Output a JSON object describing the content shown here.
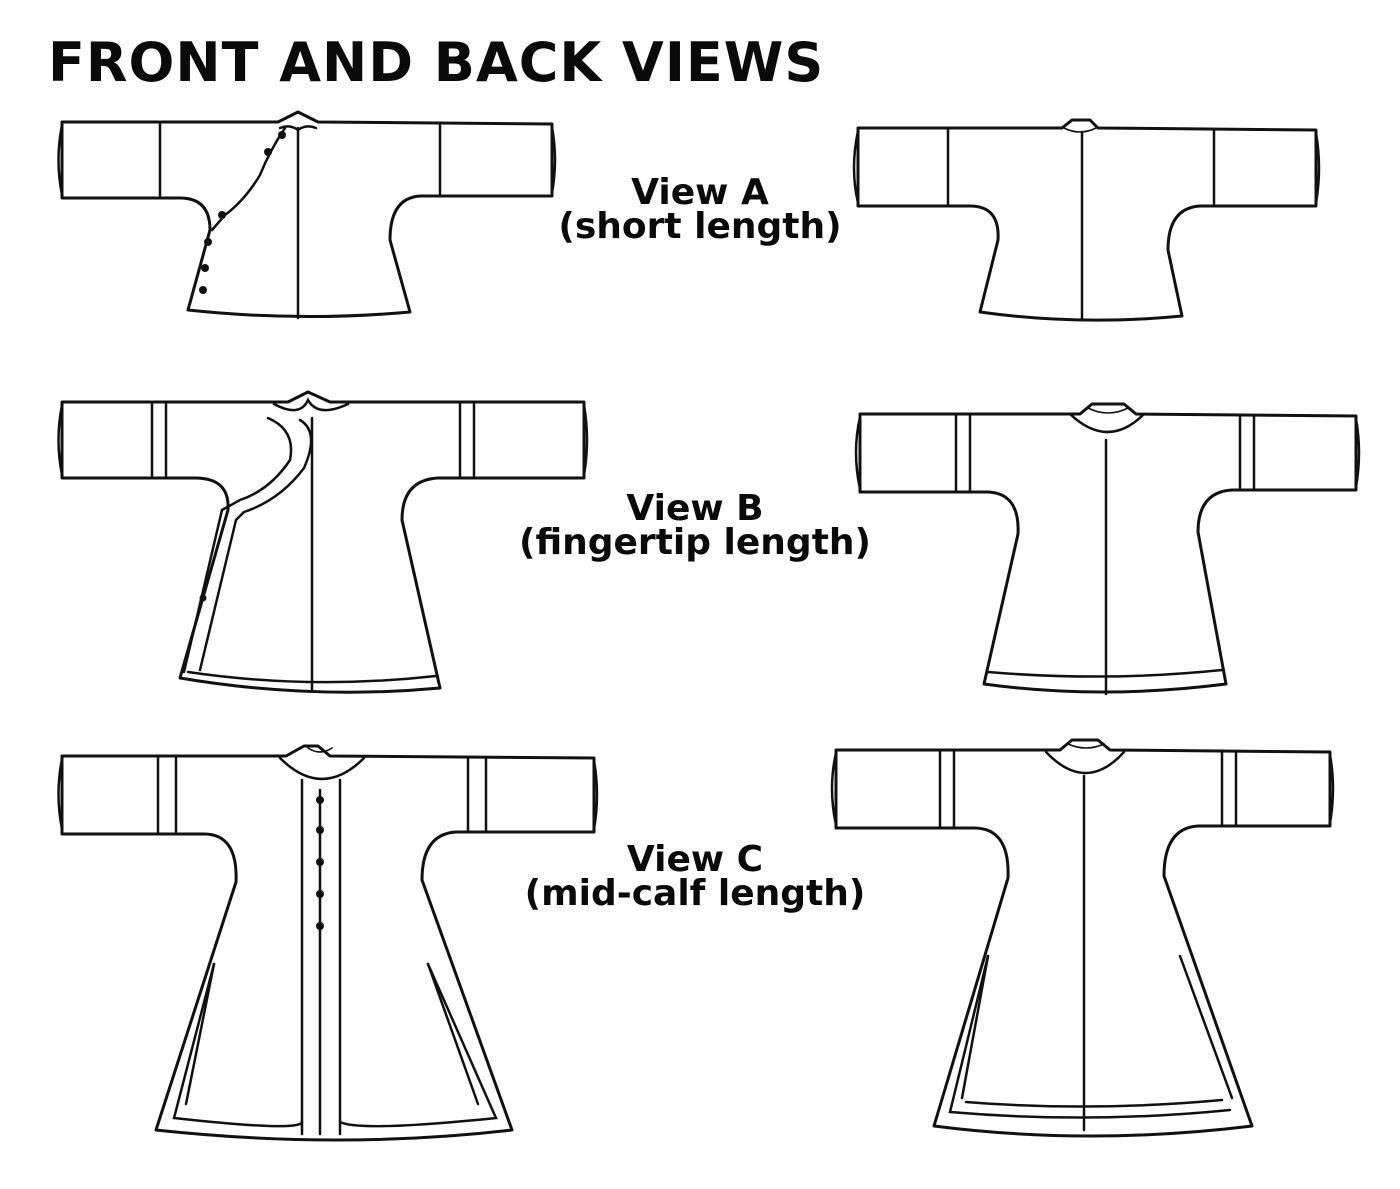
{
  "heading": "FRONT AND BACK VIEWS",
  "views": [
    {
      "title": "View A",
      "subtitle": "(short length)"
    },
    {
      "title": "View B",
      "subtitle": "(fingertip length)"
    },
    {
      "title": "View C",
      "subtitle": "(mid-calf length)"
    }
  ]
}
